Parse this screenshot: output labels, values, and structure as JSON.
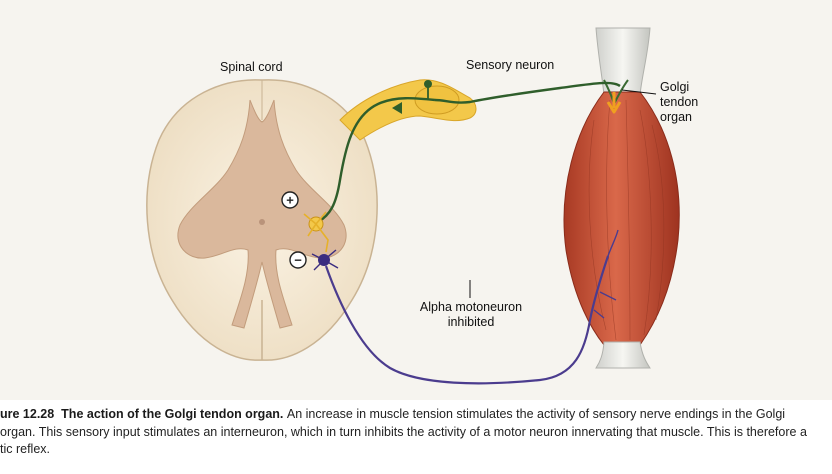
{
  "labels": {
    "spinal_cord": "Spinal cord",
    "sensory_neuron": "Sensory neuron",
    "golgi_line1": "Golgi",
    "golgi_line2": "tendon",
    "golgi_line3": "organ",
    "alpha_line1": "Alpha motoneuron",
    "alpha_line2": "inhibited",
    "plus_sign": "+",
    "minus_sign": "−"
  },
  "caption": {
    "figure_number": "ure 12.28",
    "title": "The action of the Golgi tendon organ.",
    "line1_text": "An increase in muscle tension stimulates the activity of sensory nerve endings in the Golgi",
    "line2_text": "organ. This sensory input stimulates an interneuron, which in turn inhibits the activity of a motor neuron innervating that muscle. This is therefore a",
    "line3_text": "tic reflex."
  },
  "colors": {
    "sensory_neuron": "#2d5a2a",
    "motor_neuron": "#4a3a8a",
    "muscle": "#c8553a",
    "tendon": "#e8e8e0",
    "spinal_white_matter": "#f4ead8",
    "spinal_gray_matter": "#d9b79a"
  }
}
